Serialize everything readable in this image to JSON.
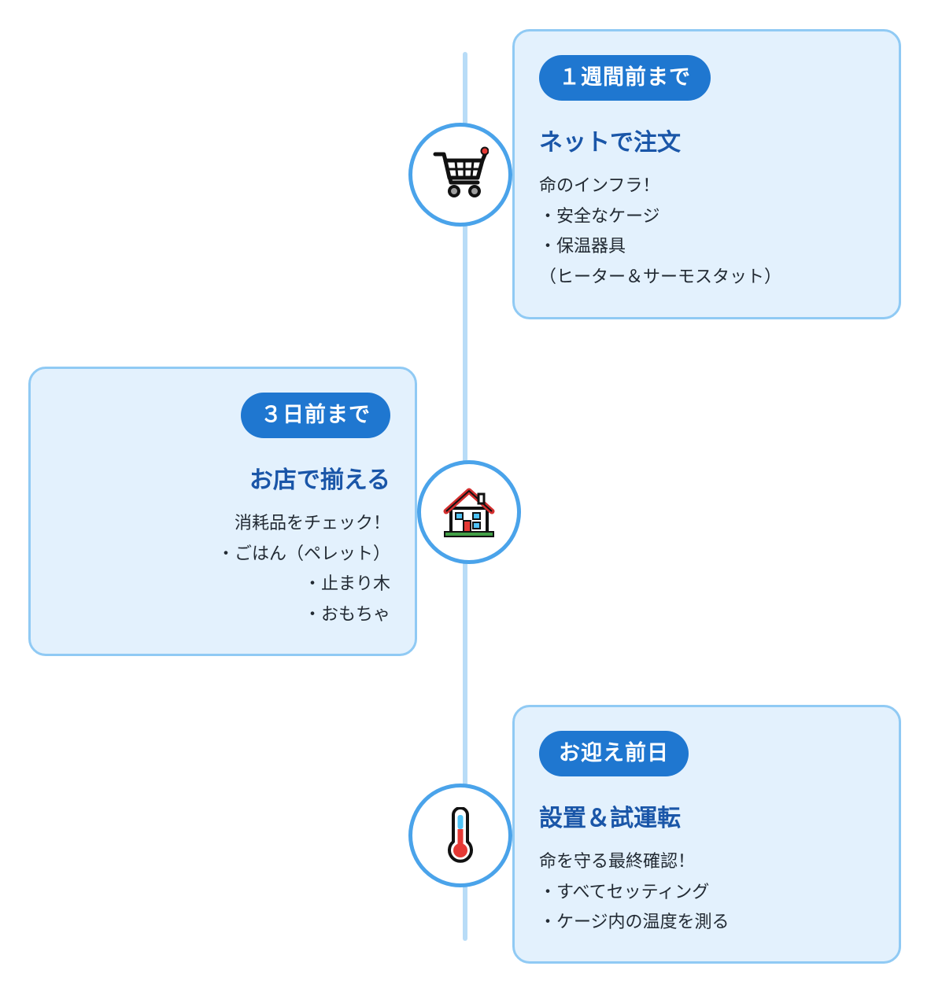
{
  "steps": [
    {
      "badge": "１週間前まで",
      "title": "ネットで注文",
      "lines": [
        "命のインフラ！",
        "・安全なケージ",
        "・保温器具",
        "（ヒーター＆サーモスタット）"
      ],
      "icon": "shopping-cart-icon"
    },
    {
      "badge": "３日前まで",
      "title": "お店で揃える",
      "lines": [
        "消耗品をチェック！",
        "・ごはん（ペレット）",
        "・止まり木",
        "・おもちゃ"
      ],
      "icon": "house-icon"
    },
    {
      "badge": "お迎え前日",
      "title": "設置＆試運転",
      "lines": [
        "命を守る最終確認！",
        "・すべてセッティング",
        "・ケージ内の温度を測る"
      ],
      "icon": "thermometer-icon"
    }
  ],
  "colors": {
    "line": "#b8dcf7",
    "card_bg": "#e3f1fd",
    "card_border": "#90caf4",
    "badge_bg": "#1f77d0",
    "title": "#1a56a8",
    "node_ring": "#4aa3ea"
  }
}
